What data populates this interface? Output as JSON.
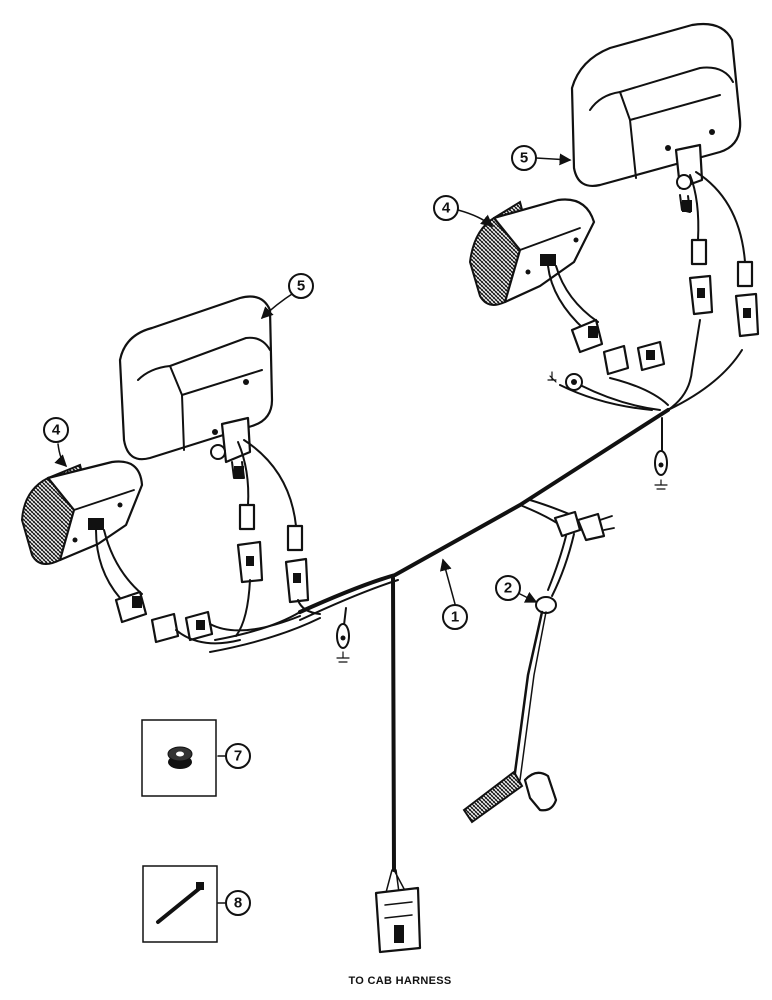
{
  "callouts": {
    "harness": "1",
    "switch": "2",
    "lamp_small_left": "4",
    "lamp_small_right": "4",
    "lamp_large_left": "5",
    "lamp_large_right": "5",
    "grommet": "7",
    "cable_tie": "8"
  },
  "caption": "TO CAB HARNESS"
}
